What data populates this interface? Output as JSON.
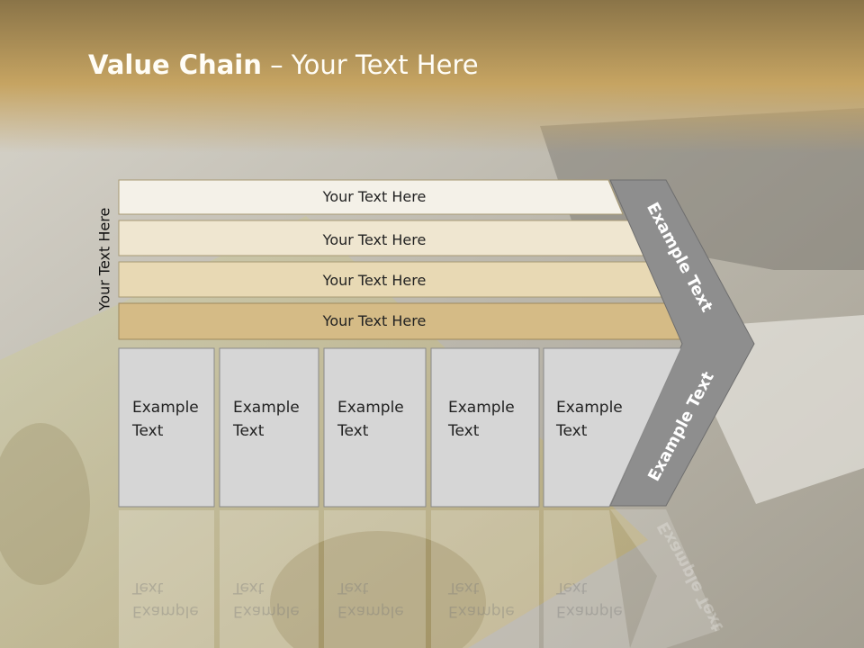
{
  "slide": {
    "title_bold": "Value Chain",
    "title_rest": " – Your Text Here",
    "side_label": "Your Text Here",
    "bars": [
      {
        "label": "Your Text Here"
      },
      {
        "label": "Your Text Here"
      },
      {
        "label": "Your Text Here"
      },
      {
        "label": "Your Text Here"
      }
    ],
    "boxes": [
      {
        "line1": "Example",
        "line2": "Text"
      },
      {
        "line1": "Example",
        "line2": "Text"
      },
      {
        "line1": "Example",
        "line2": "Text"
      },
      {
        "line1": "Example",
        "line2": "Text"
      },
      {
        "line1": "Example",
        "line2": "Text"
      }
    ],
    "chevron_top": "Example Text",
    "chevron_bottom": "Example Text"
  },
  "colors": {
    "header_gold": "#c8a765",
    "bar1": "#f4f1e8",
    "bar2": "#efe6d0",
    "bar3": "#e8d9b4",
    "bar4": "#d5bb86",
    "box_fill": "#d6d6d6",
    "chevron": "#8e8e8e"
  }
}
